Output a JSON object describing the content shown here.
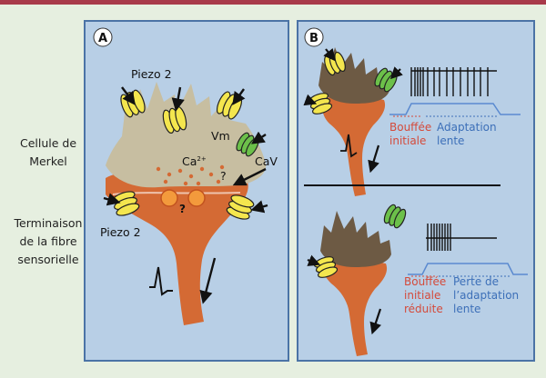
{
  "side_labels": {
    "merkel": [
      "Cellule de",
      "Merkel"
    ],
    "fibre": [
      "Terminaison",
      "de la fibre",
      "sensorielle"
    ]
  },
  "panel_a": {
    "letter": "A",
    "piezo_top": "Piezo 2",
    "vm": "Vm",
    "cav": "CaV",
    "ca": "Ca",
    "ca_sup": "2+",
    "question": "?",
    "question_bold": "?",
    "piezo_bottom": "Piezo 2"
  },
  "panel_b": {
    "letter": "B",
    "top": {
      "burst": [
        "Bouffée",
        "initiale"
      ],
      "adapt": [
        "Adaptation",
        "lente"
      ]
    },
    "bottom": {
      "burst": [
        "Bouffée",
        "initiale",
        "réduite"
      ],
      "adapt": [
        "Perte de",
        "l’adaptation",
        "lente"
      ]
    }
  },
  "colors": {
    "red_label": "#d44a3a",
    "blue_label": "#3c6fb8"
  }
}
